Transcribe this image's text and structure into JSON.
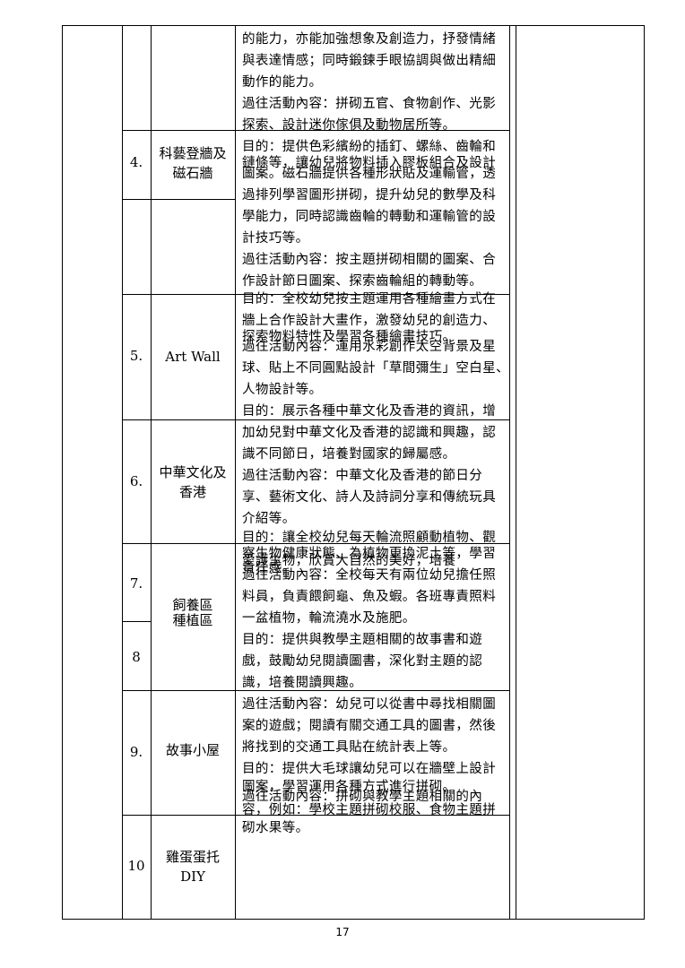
{
  "page_number": "17",
  "rows": [
    {
      "number": "4.",
      "name": [
        "科藝登牆及",
        "磁石牆"
      ]
    },
    {
      "number": "5.",
      "name": [
        "Art Wall"
      ]
    },
    {
      "number": "6.",
      "name": [
        "中華文化及",
        "香港"
      ]
    },
    {
      "number": "7.",
      "name": []
    },
    {
      "number": "8",
      "name": [
        "飼養區",
        "種植區"
      ]
    },
    {
      "number": "9.",
      "name": [
        "故事小屋"
      ]
    },
    {
      "number": "10",
      "name": [
        "雞蛋蛋托",
        "DIY"
      ]
    }
  ],
  "content_lines": [
    "的能力，亦能加強想象及創造力，抒發情緒",
    "與表達情感；同時鍛鍊手眼協調與做出精細",
    "動作的能力。",
    "過往活動內容：拼砌五官、食物創作、光影",
    "探索、設計迷你傢俱及動物居所等。",
    "目的：提供色彩繽紛的插釘、螺絲、齒輪和",
    "鏈條等，讓幼兒將物料插入膠板組合及設計",
    "圖案。磁石牆提供各種形狀貼及運輸管，透",
    "過排列學習圖形拼砌，提升幼兒的數學及科",
    "學能力，同時認識齒輪的轉動和運輸管的設",
    "計技巧等。",
    "過往活動內容：按主題拼砌相關的圖案、合",
    "作設計節日圖案、探索齒輪組的轉動等。",
    "目的：全校幼兒按主題運用各種繪畫方式在",
    "牆上合作設計大畫作，激發幼兒的創造力、",
    "探索物料特性及學習各種繪畫技巧。",
    "過往活動內容：運用水彩創作太空背景及星",
    "球、貼上不同圓點設計「草間彌生」空白星、",
    "人物設計等。",
    "目的：展示各種中華文化及香港的資訊，增",
    "加幼兒對中華文化及香港的認識和興趣，認",
    "識不同節日，培養對國家的歸屬感。",
    "過往活動內容：中華文化及香港的節日分",
    "享、藝術文化、詩人及詩詞分享和傳統玩具",
    "介紹等。",
    "目的：讓全校幼兒每天輪流照顧動植物、觀",
    "察生物健康狀態、為植物更換泥土等，學習",
    "愛護生物，欣賞大自然的美好，培養",
    "責任感。",
    "過往活動內容：全校每天有兩位幼兒擔任照",
    "料員，負責餵飼龜、魚及蝦。各班專責照料",
    "一盆植物，輪流澆水及施肥。",
    "目的：提供與教學主題相關的故事書和遊",
    "戲，鼓勵幼兒閱讀圖書，深化對主題的認",
    "識，培養閱讀興趣。",
    "過往活動內容：幼兒可以從書中尋找相關圖",
    "案的遊戲；閱讀有關交通工具的圖書，然後",
    "將找到的交通工具貼在統計表上等。",
    "目的：提供大毛球讓幼兒可以在牆壁上設計",
    "圖案，學習運用各種方式進行拼砌。",
    "過往活動內容：拼砌與教學主題相關的內",
    "容，例如：學校主題拼砌校服、食物主題拼",
    "砌水果等。"
  ]
}
